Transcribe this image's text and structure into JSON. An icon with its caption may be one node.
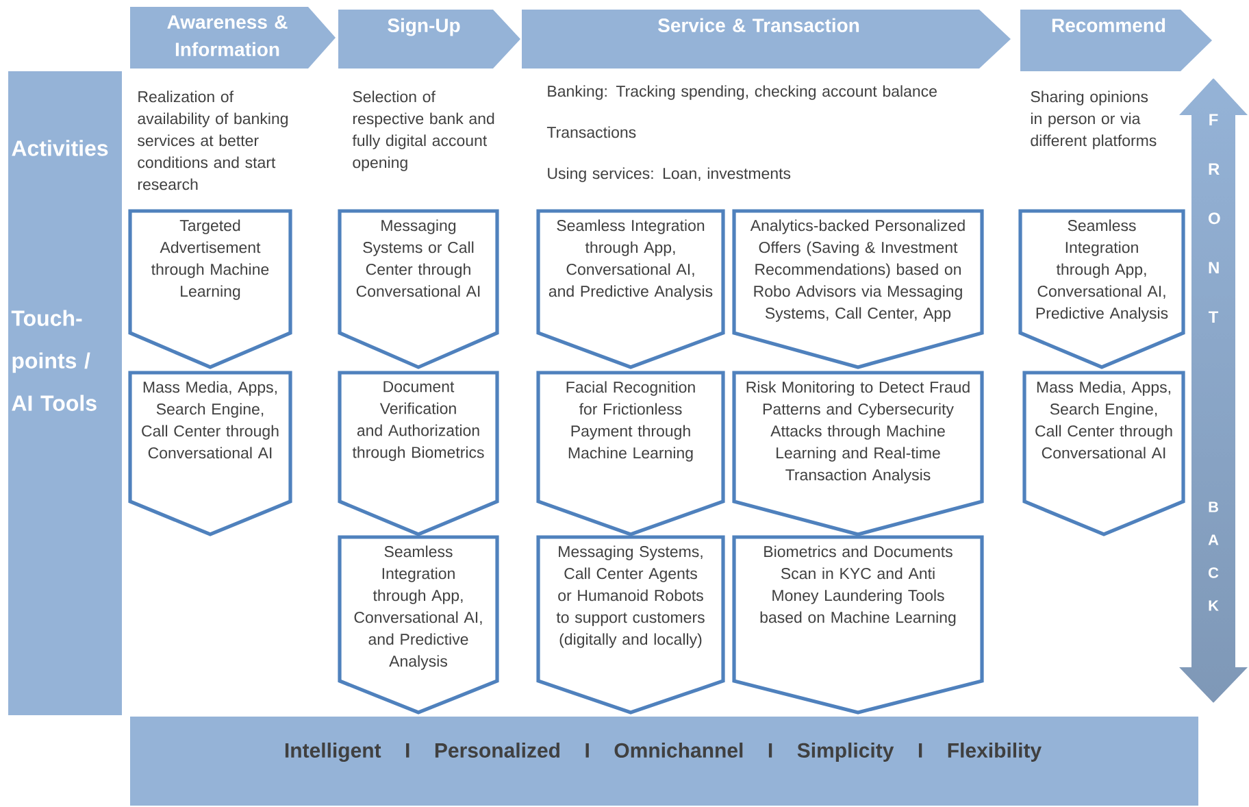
{
  "diagram": {
    "nodes": [
      {
        "text": [
          "Awareness & Information"
        ]
      },
      {
        "text": [
          "Sign-Up"
        ]
      },
      {
        "text": [
          "Service & Transaction"
        ]
      },
      {
        "text": [
          "Recommend"
        ]
      },
      {
        "text": [
          "Activities",
          "Touch-points / AI Tools"
        ]
      },
      {
        "text": [
          "Targeted Advertisement through Machine Learning"
        ]
      },
      {
        "text": [
          "Messaging Systems or Call Center through Conversational AI"
        ]
      },
      {
        "text": [
          "Seamless Integration through App, Conversational AI, and Predictive Analysis"
        ]
      },
      {
        "text": [
          "Analytics-backed Personalized Offers (Saving & Investment Recommendations) based on Robo Advisors via Messaging Systems, Call Center, App"
        ]
      },
      {
        "text": [
          "Seamless Integration through App, Conversational AI, Predictive Analysis"
        ]
      },
      {
        "text": [
          "Mass Media, Apps, Search Engine, Call Center through Conversational AI"
        ]
      },
      {
        "text": [
          "Document Verification and Authorization through Biometrics"
        ]
      },
      {
        "text": [
          "Facial Recognition for Frictionless Payment through Machine Learning"
        ]
      },
      {
        "text": [
          "Risk Monitoring to Detect Fraud Patterns and Cybersecurity Attacks through Machine Learning and Real-time Transaction Analysis"
        ]
      },
      {
        "text": [
          "Mass Media, Apps, Search Engine, Call Center through Conversational AI"
        ]
      },
      {
        "text": [
          "Seamless Integration through App, Conversational AI, and Predictive Analysis"
        ]
      },
      {
        "text": [
          "Messaging Systems, Call Center Agents or Humanoid Robots to support customers (digitally and locally)"
        ]
      },
      {
        "text": [
          "Biometrics and Documents Scan in KYC and Anti Money Laundering Tools based on Machine Learning"
        ]
      },
      {
        "text": [
          "Intelligent I Personalized I Omnichannel I Simplicity I Flexibility"
        ]
      },
      {
        "text": [
          "F R O N T",
          "B A C K"
        ]
      }
    ],
    "labels": [
      "Realization of availability of banking services at better conditions and start research",
      "Selection of respective bank and fully digital account opening",
      "Banking: Tracking spending, checking account balance",
      "Transactions",
      "Using services: Loan, investments",
      "Sharing opinions in person or via different platforms"
    ]
  }
}
